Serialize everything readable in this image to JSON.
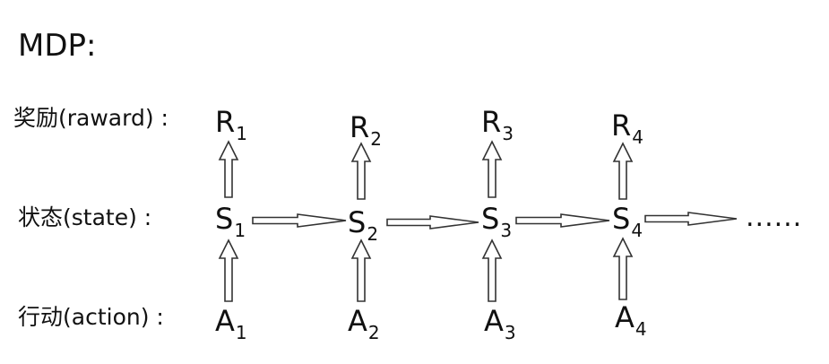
{
  "title": "MDP:",
  "rows": {
    "reward_label": "奖励(raward) :",
    "state_label": "状态(state) :",
    "action_label": "行动(action) :"
  },
  "rewards": [
    {
      "letter": "R",
      "sub": "1"
    },
    {
      "letter": "R",
      "sub": "2"
    },
    {
      "letter": "R",
      "sub": "3"
    },
    {
      "letter": "R",
      "sub": "4"
    }
  ],
  "states": [
    {
      "letter": "S",
      "sub": "1"
    },
    {
      "letter": "S",
      "sub": "2"
    },
    {
      "letter": "S",
      "sub": "3"
    },
    {
      "letter": "S",
      "sub": "4"
    }
  ],
  "actions": [
    {
      "letter": "A",
      "sub": "1"
    },
    {
      "letter": "A",
      "sub": "2"
    },
    {
      "letter": "A",
      "sub": "3"
    },
    {
      "letter": "A",
      "sub": "4"
    }
  ],
  "continuation": "......",
  "colors": {
    "ink": "#111111",
    "arrow_stroke": "#333333",
    "background": "#ffffff"
  }
}
